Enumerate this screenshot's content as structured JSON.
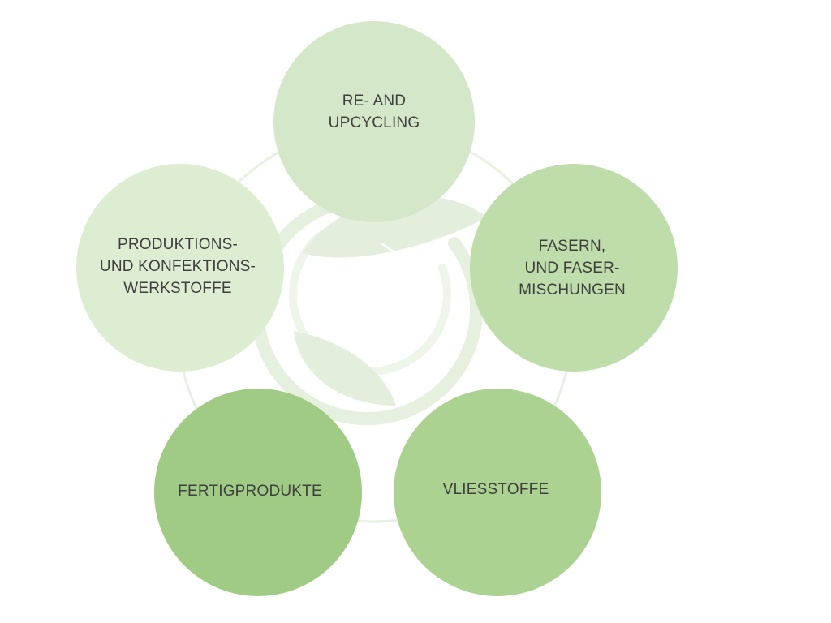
{
  "diagram": {
    "nodes": [
      {
        "id": "re-upcycling",
        "label": "RE- AND\nUPCYCLING",
        "color": "#d4e7c9"
      },
      {
        "id": "fasern",
        "label": "FASERN,\nUND FASER-\nMISCHUNGEN",
        "color": "#bfdcab"
      },
      {
        "id": "vliesstoffe",
        "label": "VLIESSTOFFE",
        "color": "#acd291"
      },
      {
        "id": "fertigprodukte",
        "label": "FERTIGPRODUKTE",
        "color": "#a0cb84"
      },
      {
        "id": "produktions",
        "label": "PRODUKTIONS-\nUND KONFEKTIONS-\nWERKSTOFFE",
        "color": "#ddedd2"
      }
    ],
    "ring_color": "#e8f1e1",
    "emblem_color": "#e6f0df",
    "emblem_icon": "leaf-recycle-icon"
  }
}
